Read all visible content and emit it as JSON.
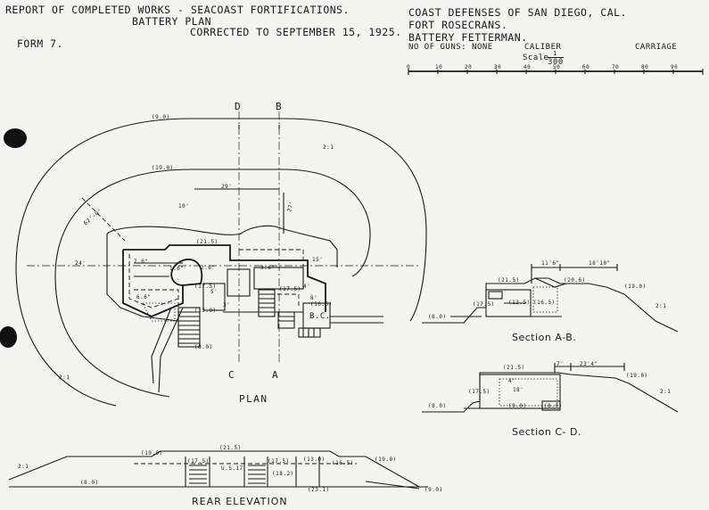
{
  "header": {
    "report_title": "REPORT OF COMPLETED WORKS - SEACOAST FORTIFICATIONS.",
    "plan_name": "BATTERY PLAN",
    "corrected": "CORRECTED TO SEPTEMBER 15, 1925.",
    "form": "FORM 7.",
    "defenses": "COAST DEFENSES OF SAN DIEGO, CAL.",
    "fort": "FORT ROSECRANS.",
    "battery": "BATTERY FETTERMAN.",
    "guns": "NO OF GUNS: NONE",
    "caliber": "CALIBER",
    "carriage": "CARRIAGE",
    "scale_label": "Scale",
    "scale_num": "1",
    "scale_den": "300",
    "scale_ticks": [
      "0",
      "10",
      "20",
      "30",
      "40",
      "50",
      "60",
      "70",
      "80",
      "90"
    ]
  },
  "plan": {
    "caption": "PLAN",
    "section_marks": {
      "d": "D",
      "b": "B",
      "c": "C",
      "a": "A"
    },
    "dims": {
      "outer": "(9.0)",
      "mid": "(19.0)",
      "slope": "2:1",
      "span": "29'",
      "diag1": "62'-0\"",
      "diag2": "27'",
      "left_dim": "24'",
      "height1": "(21.5)",
      "height2": "(17.5)",
      "height3": "(17.5)",
      "height4": "(13.0)",
      "height5": "(8.0)",
      "height6": "(16.5)",
      "slope2": "2:1",
      "slope3": "15'",
      "bc": "B.C.",
      "d1": "7.6\"",
      "d2": "1.6\"",
      "d3": "2.6\"",
      "d4": "3.6\"",
      "d5": "4'",
      "d6": "6.6\"",
      "d7": "8'",
      "d8": "5'",
      "d9": "3'",
      "d10": "10'"
    }
  },
  "section_ab": {
    "caption": "Section A-B.",
    "dims": {
      "a": "11'6\"",
      "b": "18'10\"",
      "c": "(21.5)",
      "d": "(20.6)",
      "e": "(19.0)",
      "f": "(8.0)",
      "g": "(17.5)",
      "h": "(13.5)",
      "i": "2:1",
      "j": "(16.5)"
    }
  },
  "section_cd": {
    "caption": "Section C- D.",
    "dims": {
      "a": "(21.5)",
      "b": "7'",
      "c": "23'4\"",
      "d": "(19.0)",
      "e": "(9.0)",
      "f": "(8.0)",
      "g": "(17.5)",
      "h": "2:1",
      "i": "18'",
      "j": "(8.0)",
      "k": "4'"
    }
  },
  "elevation": {
    "caption": "REAR ELEVATION",
    "dims": {
      "a": "(21.5)",
      "b": "(19.0)",
      "c": "(19.0)",
      "d": "(8.0)",
      "e": "(17.5)",
      "f": "(17.5)",
      "g": "(16.5)",
      "h": "(13.0)",
      "i": "(18.2)",
      "j": "(23.1)",
      "k": "2:1",
      "l": "(9.0)",
      "m": "U.S.17"
    }
  }
}
